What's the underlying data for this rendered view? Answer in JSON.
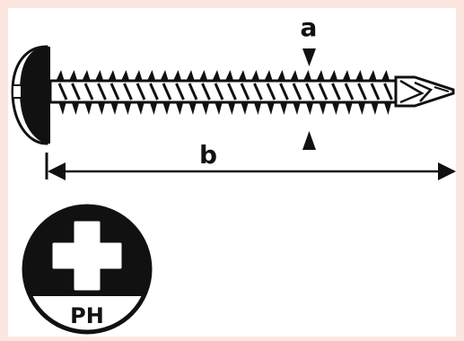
{
  "labels": {
    "diameter": "a",
    "length": "b",
    "drive": "PH"
  },
  "colors": {
    "background": "#fbe7df",
    "panel": "#ffffff",
    "ink": "#111111"
  },
  "icons": {
    "drive_symbol": "phillips-cross-icon"
  }
}
